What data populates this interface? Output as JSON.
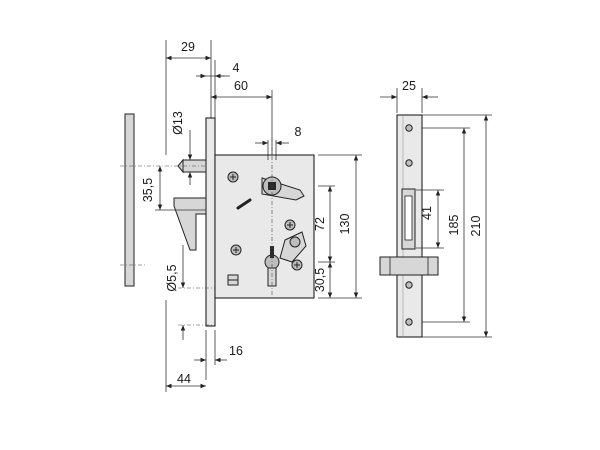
{
  "dimensions": {
    "d29": "29",
    "d4": "4",
    "d60": "60",
    "d8": "8",
    "d13": "Ø13",
    "d35_5": "35,5",
    "d72": "72",
    "d130": "130",
    "d30_5": "30,5",
    "d5_5": "Ø5,5",
    "d16": "16",
    "d44": "44",
    "d25": "25",
    "d41": "41",
    "d185": "185",
    "d210": "210"
  }
}
